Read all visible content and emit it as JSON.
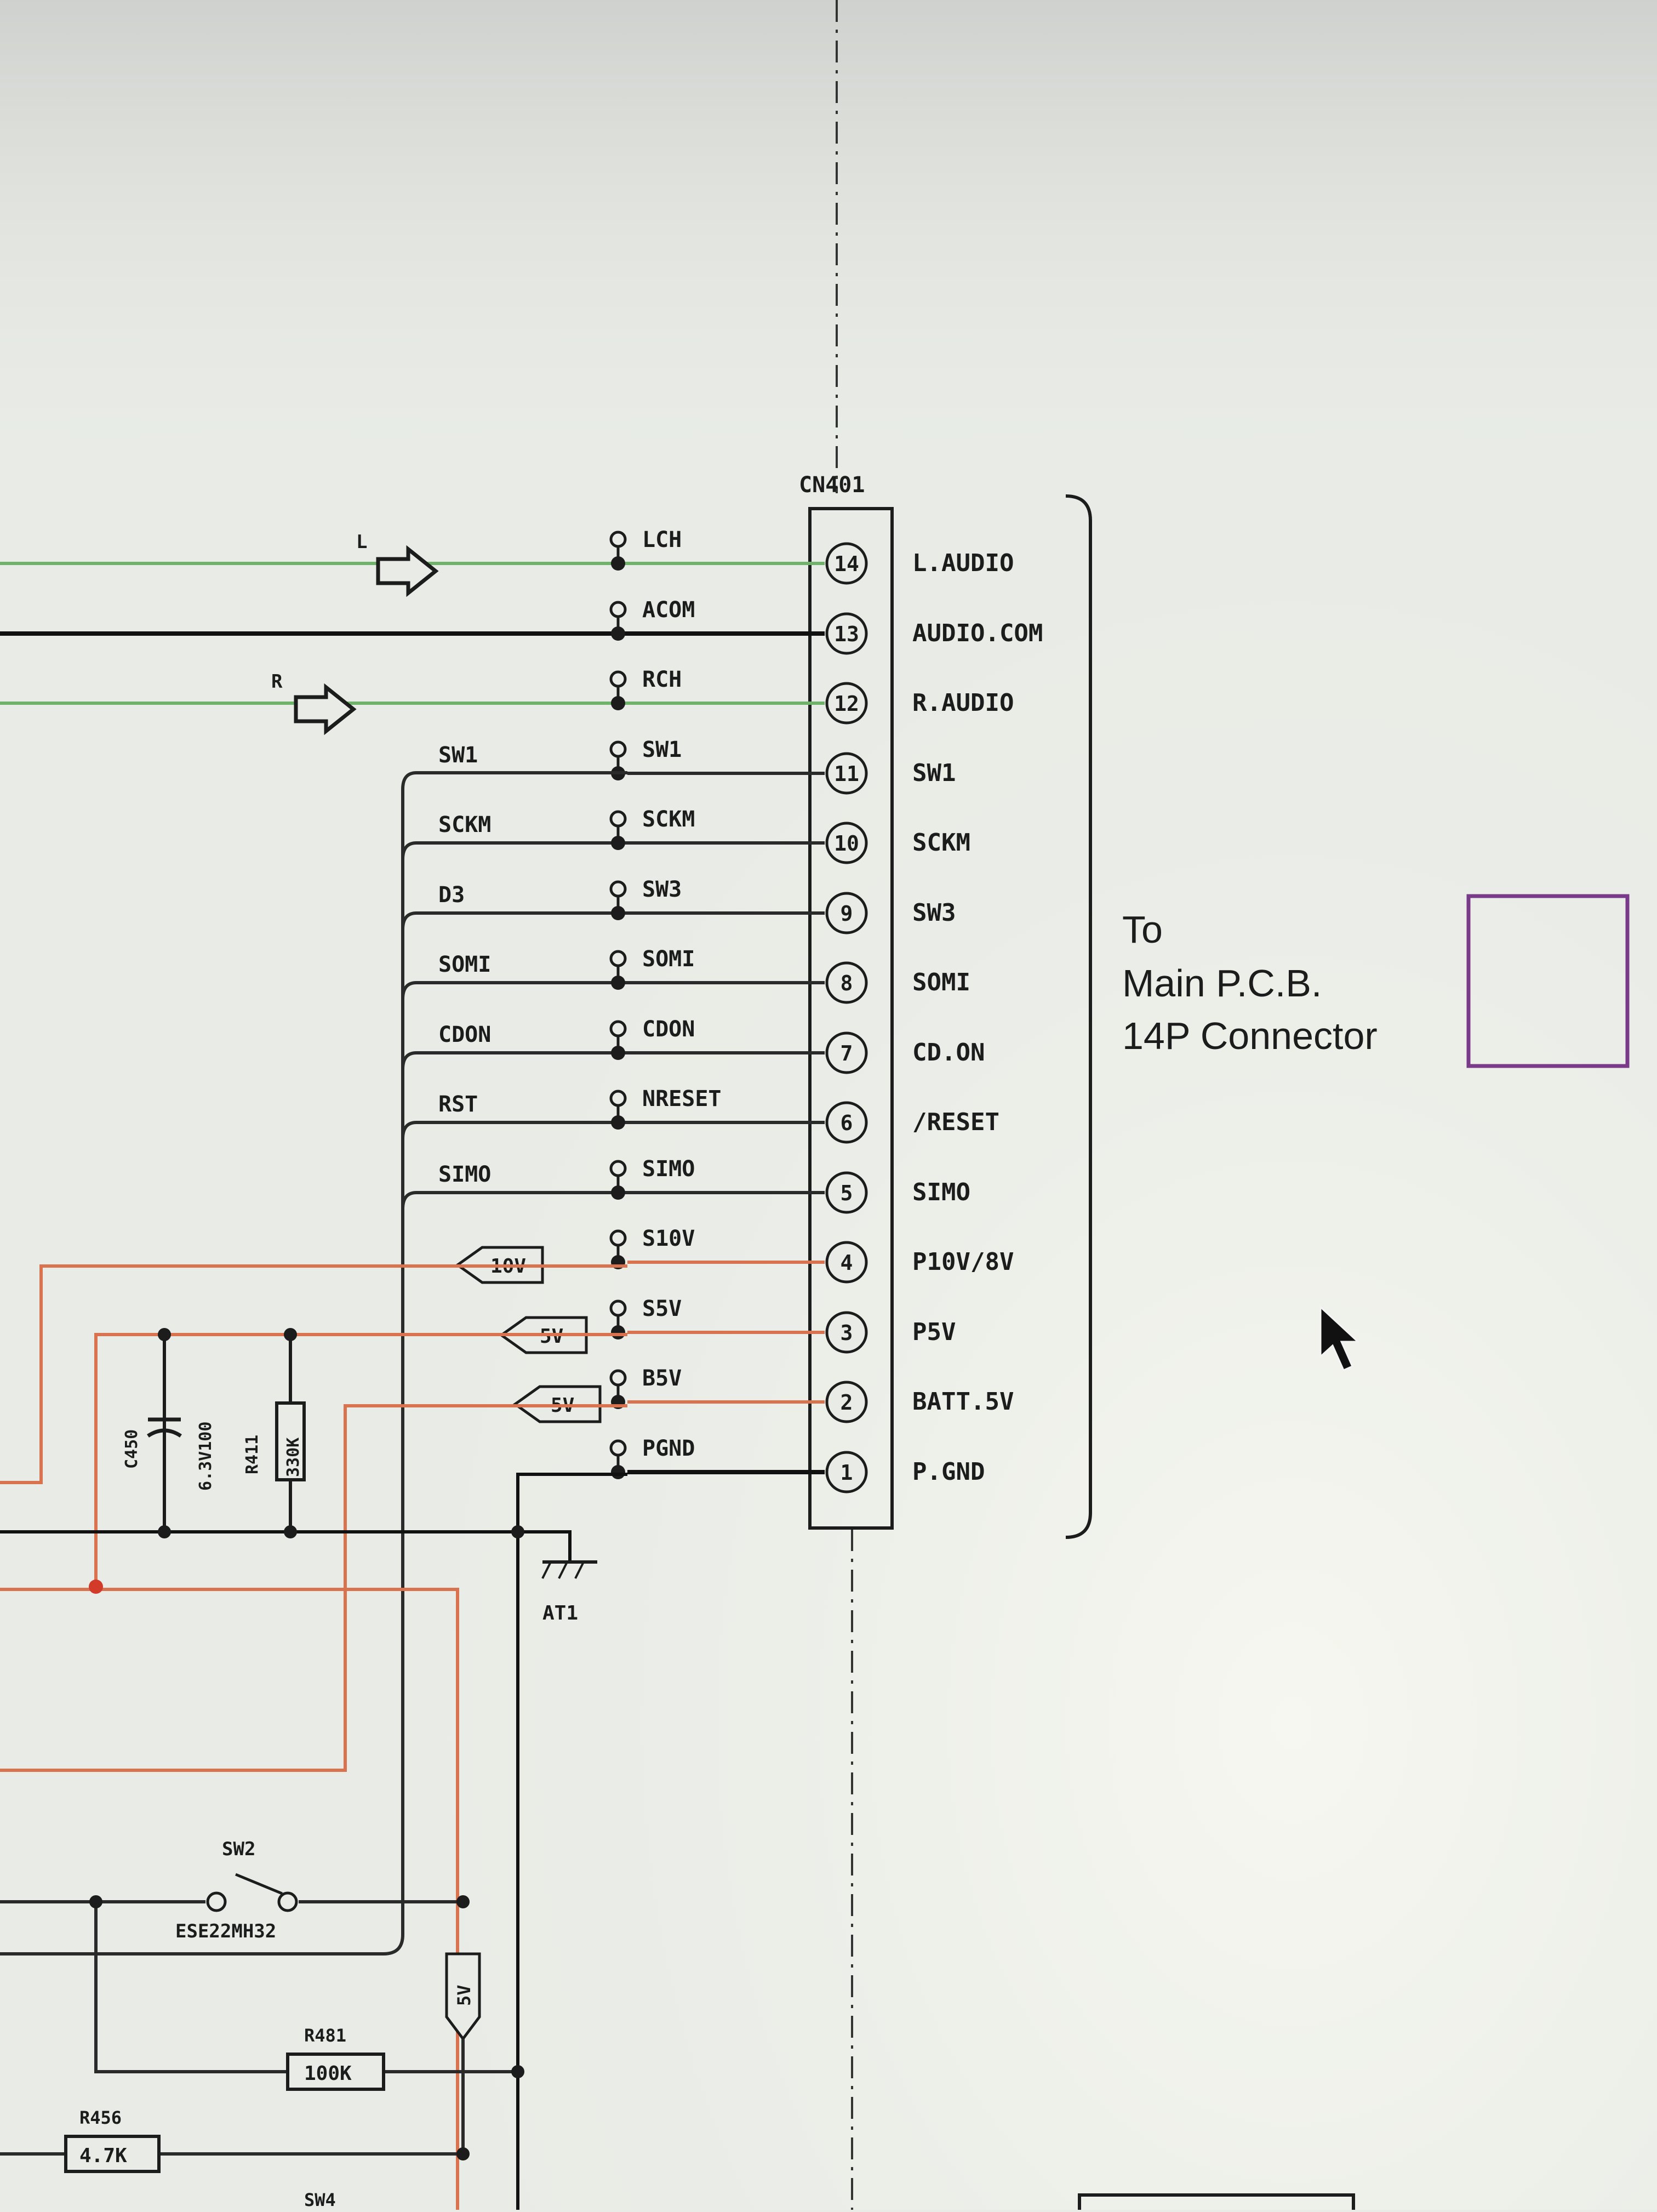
{
  "connector": {
    "ref": "CN401",
    "note_lines": [
      "To",
      "Main P.C.B.",
      "14P Connector"
    ],
    "pins": [
      {
        "num": "14",
        "terminal": "LCH",
        "name": "L.AUDIO",
        "wire": "#6fb36a"
      },
      {
        "num": "13",
        "terminal": "ACOM",
        "name": "AUDIO.COM",
        "wire": "#111111"
      },
      {
        "num": "12",
        "terminal": "RCH",
        "name": "R.AUDIO",
        "wire": "#6fb36a"
      },
      {
        "num": "11",
        "terminal": "SW1",
        "name": "SW1",
        "wire": "#2a2a2a"
      },
      {
        "num": "10",
        "terminal": "SCKM",
        "name": "SCKM",
        "wire": "#2a2a2a"
      },
      {
        "num": "9",
        "terminal": "SW3",
        "name": "SW3",
        "wire": "#2a2a2a"
      },
      {
        "num": "8",
        "terminal": "SOMI",
        "name": "SOMI",
        "wire": "#2a2a2a"
      },
      {
        "num": "7",
        "terminal": "CDON",
        "name": "CD.ON",
        "wire": "#2a2a2a"
      },
      {
        "num": "6",
        "terminal": "NRESET",
        "name": "/RESET",
        "wire": "#2a2a2a"
      },
      {
        "num": "5",
        "terminal": "SIMO",
        "name": "SIMO",
        "wire": "#2a2a2a"
      },
      {
        "num": "4",
        "terminal": "S10V",
        "name": "P10V/8V",
        "wire": "#d9724f"
      },
      {
        "num": "3",
        "terminal": "S5V",
        "name": "P5V",
        "wire": "#d9724f"
      },
      {
        "num": "2",
        "terminal": "B5V",
        "name": "BATT.5V",
        "wire": "#d9724f"
      },
      {
        "num": "1",
        "terminal": "PGND",
        "name": "P.GND",
        "wire": "#111111"
      }
    ]
  },
  "bus_labels": [
    "SW1",
    "SCKM",
    "D3",
    "SOMI",
    "CDON",
    "RST",
    "SIMO"
  ],
  "audio_arrows": [
    "L",
    "R"
  ],
  "supply_flags": [
    "10V",
    "5V",
    "5V"
  ],
  "components": {
    "c450": {
      "ref": "C450",
      "value": "6.3V100"
    },
    "r411": {
      "ref": "R411",
      "value": "330K"
    },
    "at1": {
      "ref": "AT1"
    },
    "sw2": {
      "ref": "SW2",
      "part": "ESE22MH32"
    },
    "flag_5v": "5V",
    "r481": {
      "ref": "R481",
      "value": "100K"
    },
    "r456": {
      "ref": "R456",
      "value": "4.7K"
    },
    "sw4": {
      "ref": "SW4"
    }
  },
  "colors": {
    "background": "#e9ece6",
    "ink": "#1c1c1c",
    "audio_wire": "#6fb36a",
    "power_wire": "#d9724f",
    "marker_box": "#7a3a8a"
  }
}
